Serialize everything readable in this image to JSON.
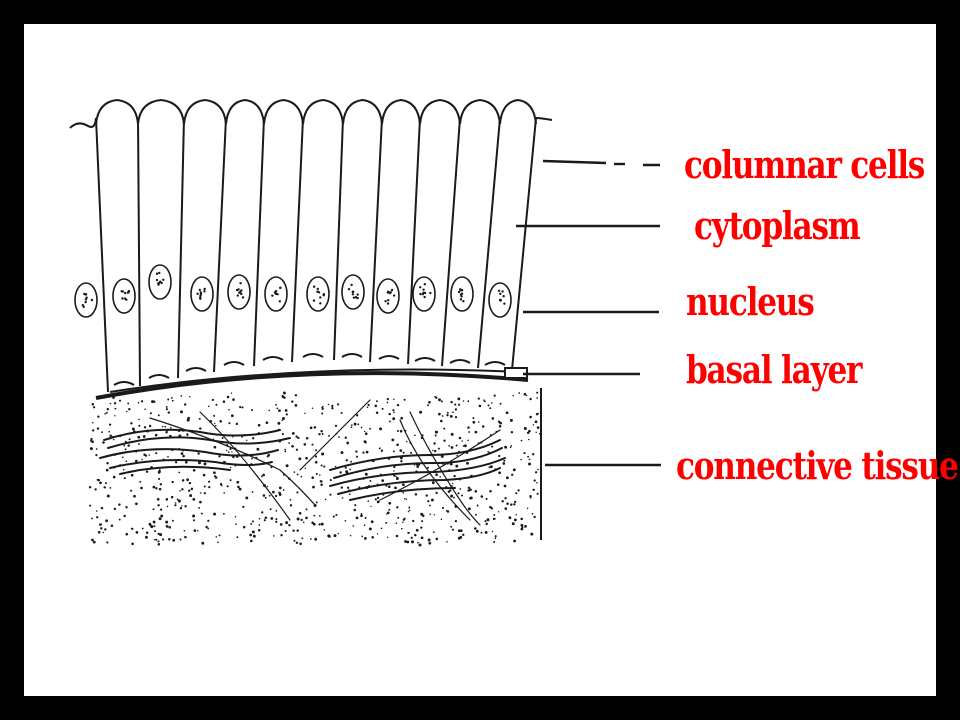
{
  "colors": {
    "frame": "#000000",
    "background": "#ffffff",
    "ink": "#1a1a1a",
    "label": "#ff0000"
  },
  "labels": {
    "columnar_cells": "columnar cells",
    "cytoplasm": "cytoplasm",
    "nucleus": "nucleus",
    "basal_layer": "basal layer",
    "connective_tissue": "connective tissue"
  }
}
